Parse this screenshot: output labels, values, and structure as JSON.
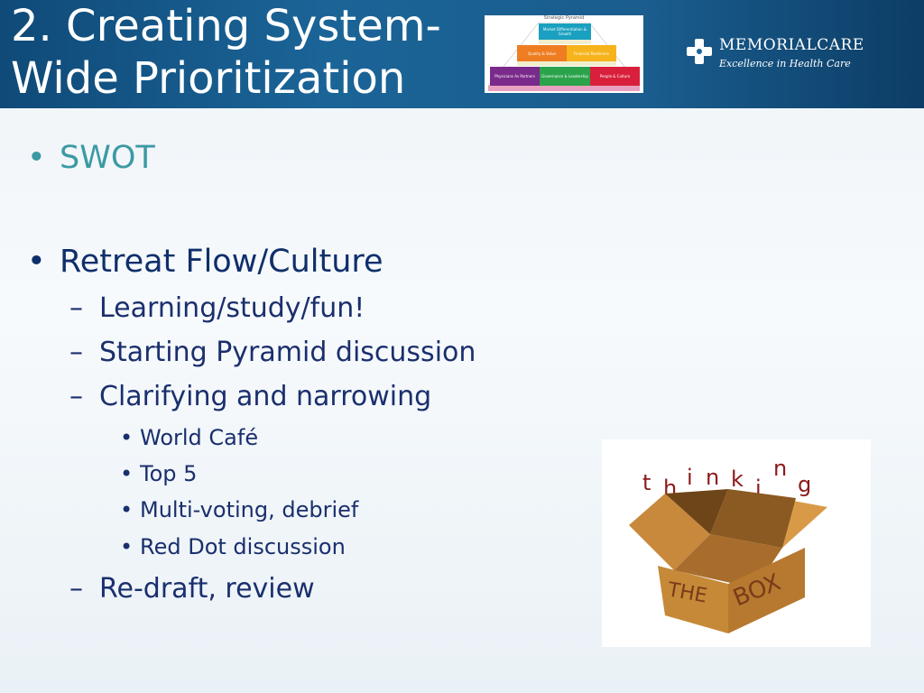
{
  "header": {
    "title": "2. Creating System-Wide Prioritization",
    "logo": {
      "name": "MEMORIALCARE",
      "tagline": "Excellence in Health Care",
      "icon": "cross-icon"
    },
    "pyramid_thumbnail": {
      "title": "Strategic Pyramid",
      "top": "Market Differentiation & Growth",
      "middle_left": "Quality & Value",
      "middle_right": "Financial Resilience",
      "bottom_left": "Physicians As Partners",
      "bottom_middle": "Governance & Leadership",
      "bottom_right": "People & Culture"
    }
  },
  "bullets": {
    "b1": "SWOT",
    "b2": "Retreat Flow/Culture",
    "b2_1": "Learning/study/fun!",
    "b2_2": "Starting Pyramid discussion",
    "b2_3": "Clarifying and narrowing",
    "b2_3_1": "World Café",
    "b2_3_2": "Top 5",
    "b2_3_3": "Multi-voting, debrief",
    "b2_3_4": "Red Dot discussion",
    "b2_4": "Re-draft, review"
  },
  "marks": {
    "bullet": "•",
    "dash": "–"
  },
  "thinking_image": {
    "t": "t",
    "h": "h",
    "i1": "i",
    "n1": "n",
    "k": "k",
    "i2": "i",
    "n2": "n",
    "g": "g",
    "box_word_1": "THE",
    "box_word_2": "BOX"
  },
  "colors": {
    "header_blue": "#1b6497",
    "text_navy": "#1a2f6d",
    "accent_teal": "#3b9aa3",
    "think_red": "#8b1a1a"
  }
}
